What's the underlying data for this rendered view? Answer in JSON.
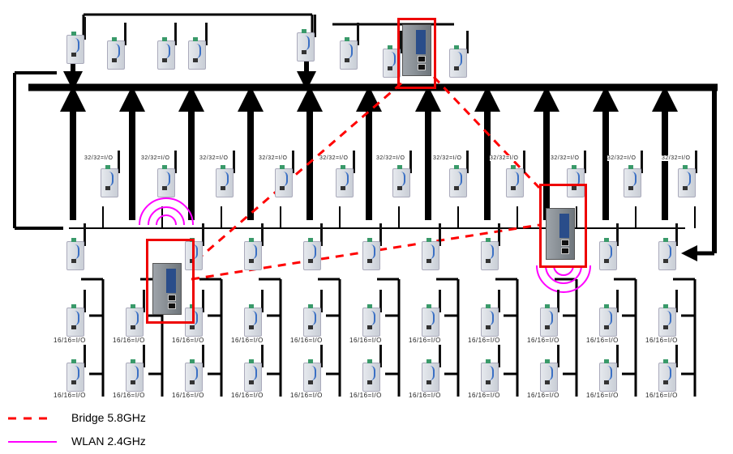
{
  "diagram": {
    "device_label": "16/16=I/O",
    "upper_label": "32/32=I/O"
  },
  "legend": {
    "items": [
      {
        "label": "Bridge 5.8GHz",
        "color": "#ff0000",
        "style": "dashed"
      },
      {
        "label": "WLAN 2.4GHz",
        "color": "#ff00ff",
        "style": "solid"
      }
    ]
  },
  "colors": {
    "bus": "#000000",
    "bridge": "#ff0000",
    "wlan": "#ff00ff"
  }
}
